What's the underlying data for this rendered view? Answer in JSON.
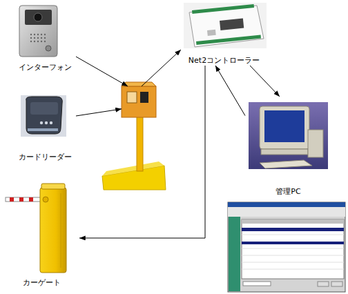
{
  "diagram": {
    "nodes": [
      {
        "text": [
          "インターフォン"
        ]
      },
      {
        "text": [
          "カードリーダー"
        ]
      },
      {
        "text": []
      },
      {
        "text": [
          "Net2コントローラー"
        ]
      },
      {
        "text": [
          "管理PC"
        ]
      },
      {
        "text": [
          "カーゲート"
        ]
      }
    ],
    "edges": [
      {
        "from": 0,
        "to": 2,
        "arrow": "to"
      },
      {
        "from": 1,
        "to": 2,
        "arrow": "to"
      },
      {
        "from": 2,
        "to": 3,
        "arrow": "to"
      },
      {
        "from": 3,
        "to": 4,
        "arrow": "to"
      },
      {
        "from": 4,
        "to": 3,
        "arrow": "to"
      },
      {
        "from": 3,
        "to": 5,
        "arrow": "to"
      }
    ]
  }
}
